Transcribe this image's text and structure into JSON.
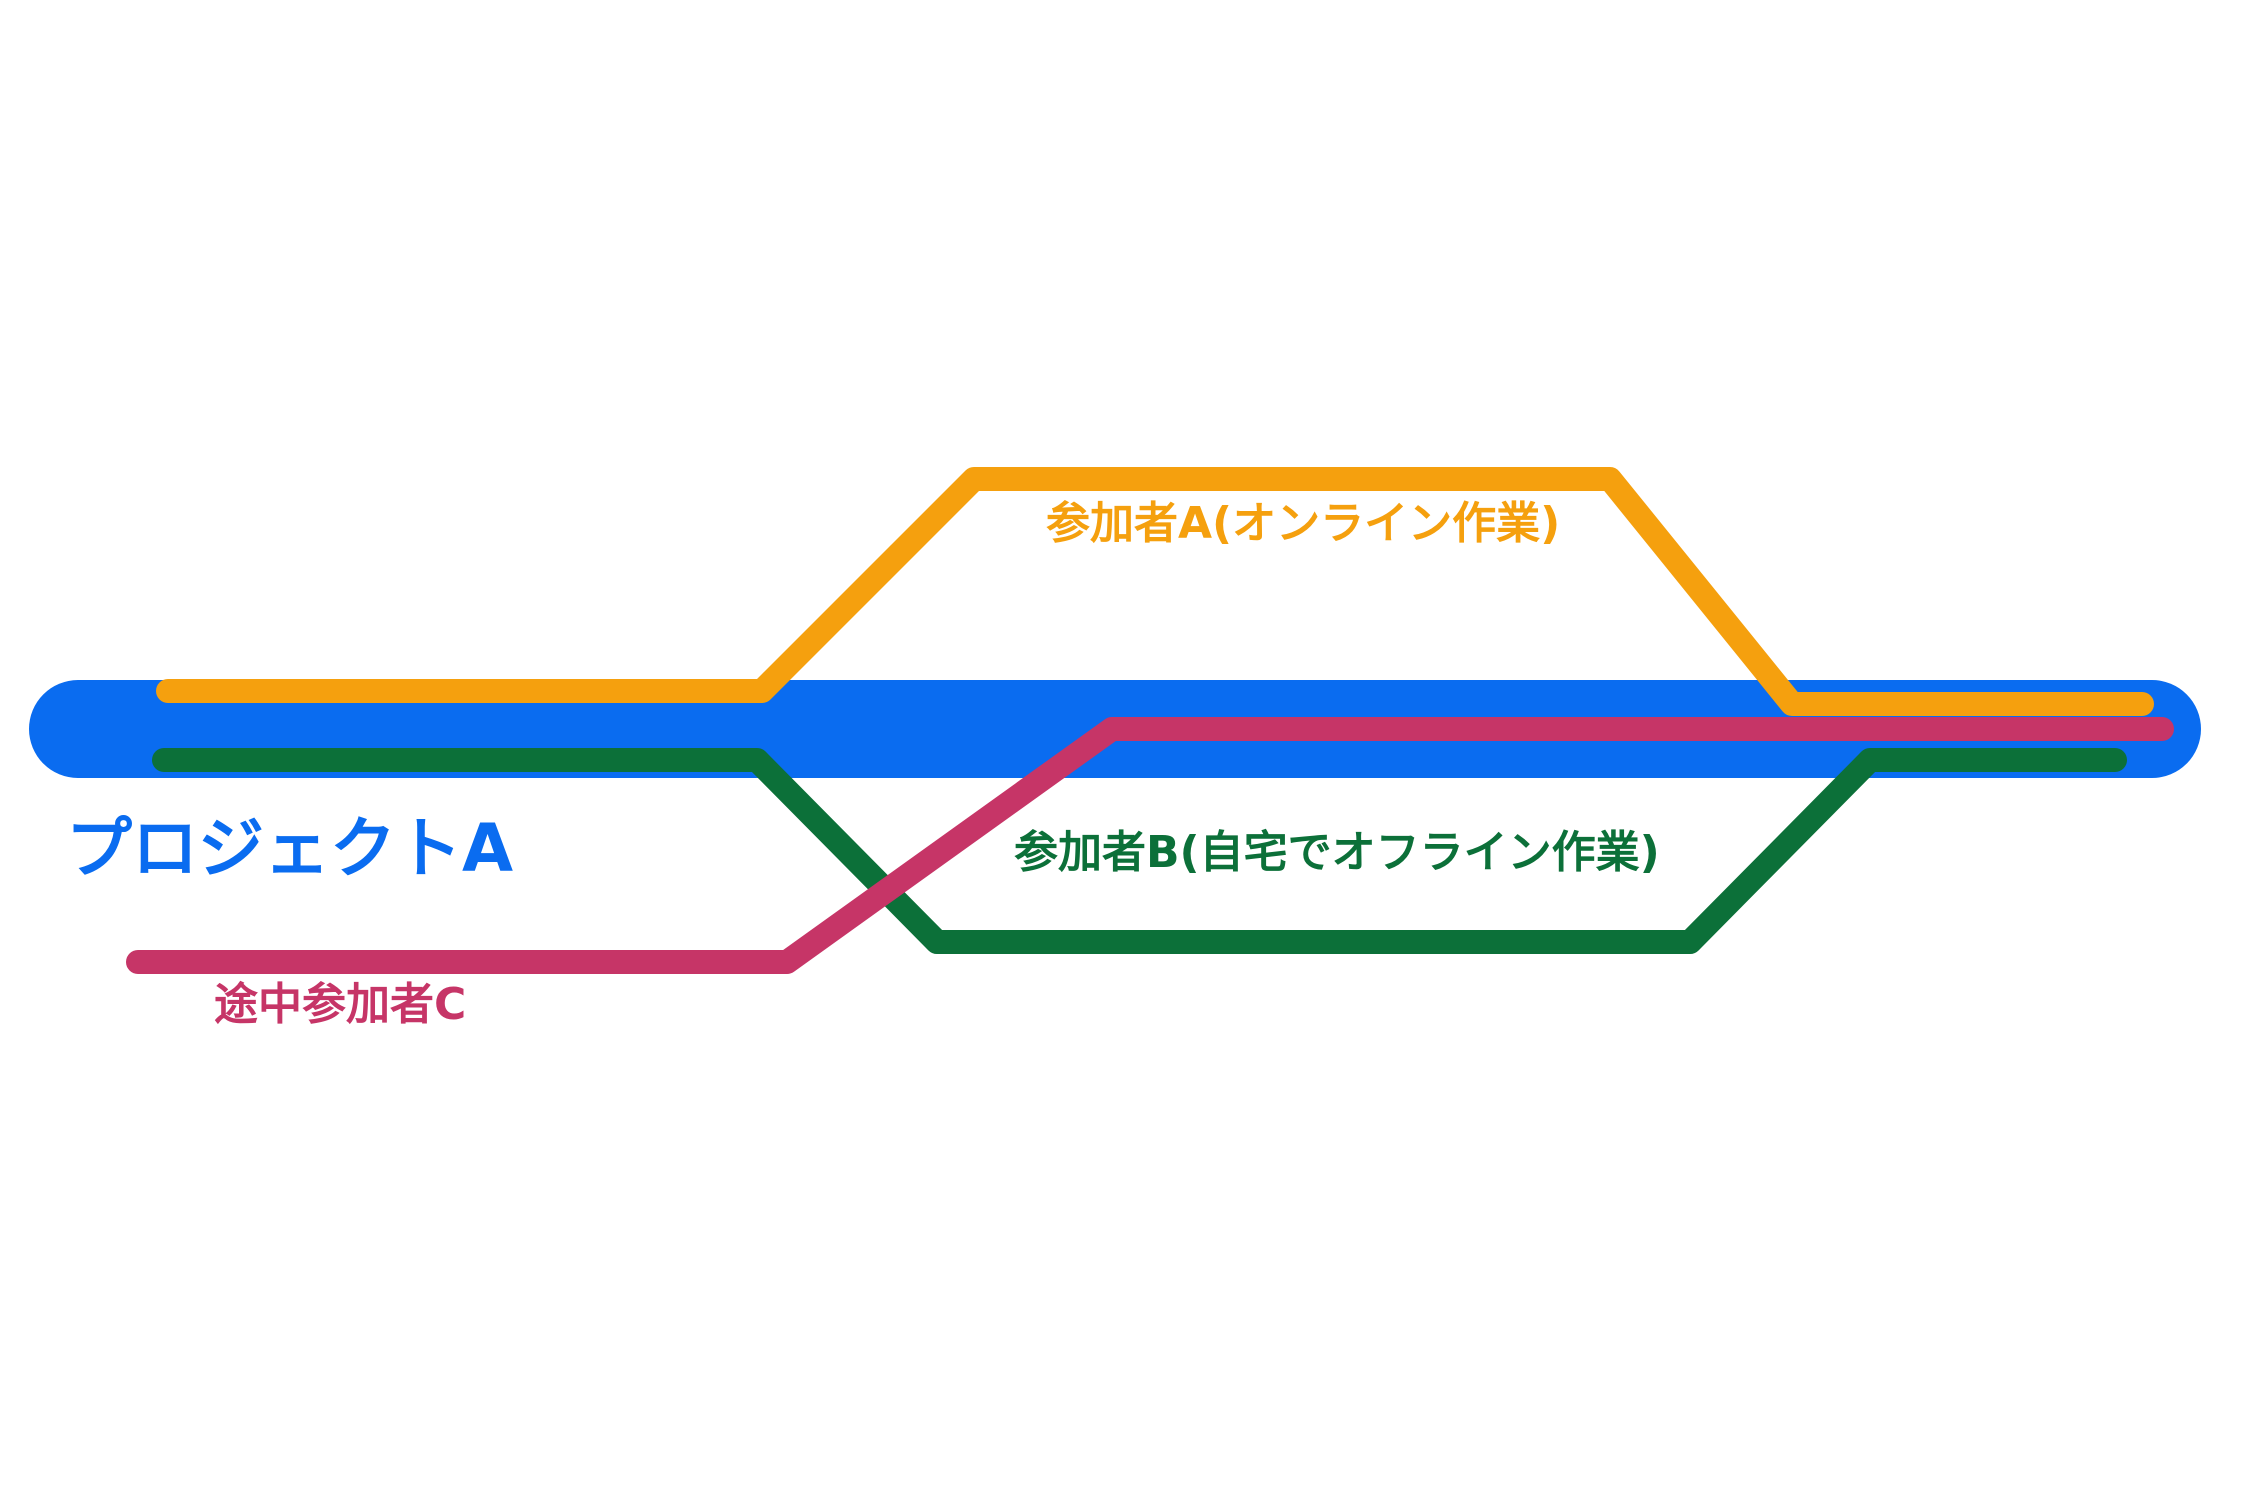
{
  "project": {
    "label": "プロジェクトA",
    "color": "#0a6cf0"
  },
  "lines": [
    {
      "id": "participant-a",
      "label": "参加者A(オンライン作業)",
      "color": "#f5a00e"
    },
    {
      "id": "participant-b",
      "label": "参加者B(自宅でオフライン作業)",
      "color": "#0c7039"
    },
    {
      "id": "participant-c",
      "label": "途中参加者C",
      "color": "#c63567"
    }
  ]
}
